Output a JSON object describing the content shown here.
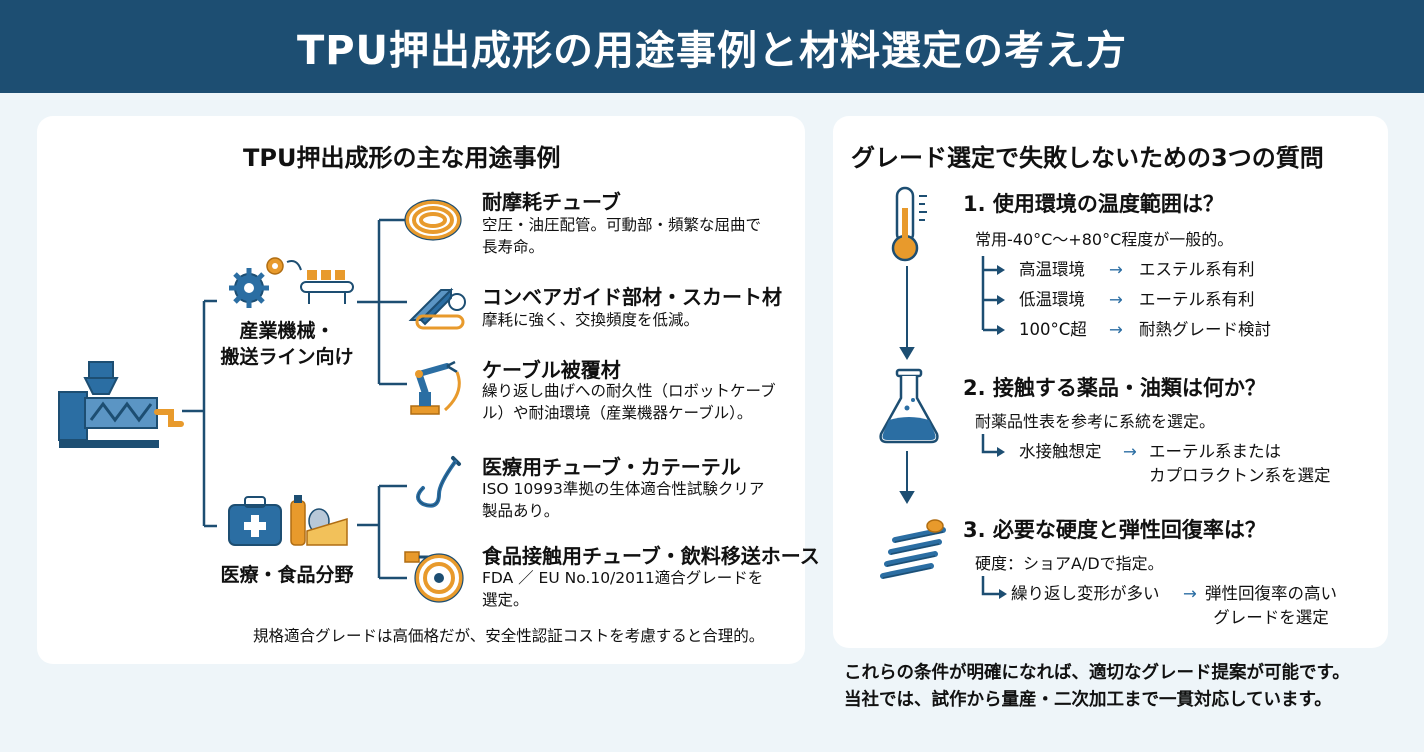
{
  "header": {
    "title": "TPU押出成形の用途事例と材料選定の考え方"
  },
  "left": {
    "title": "TPU押出成形の主な用途事例",
    "categories": [
      {
        "label_line1": "産業機械・",
        "label_line2": "搬送ライン向け"
      },
      {
        "label_line1": "医療・食品分野"
      }
    ],
    "items": [
      {
        "title": "耐摩耗チューブ",
        "desc1": "空圧・油圧配管。可動部・頻繁な屈曲で",
        "desc2": "長寿命。",
        "icon": "coiled-tube-icon"
      },
      {
        "title": "コンベアガイド部材・スカート材",
        "desc1": "摩耗に強く、交換頻度を低減。",
        "icon": "conveyor-guide-icon"
      },
      {
        "title": "ケーブル被覆材",
        "desc1": "繰り返し曲げへの耐久性（ロボットケーブ",
        "desc2": "ル）や耐油環境（産業機器ケーブル）。",
        "icon": "robot-arm-icon"
      },
      {
        "title": "医療用チューブ・カテーテル",
        "desc1": "ISO 10993準拠の生体適合性試験クリア",
        "desc2": "製品あり。",
        "icon": "catheter-icon"
      },
      {
        "title": "食品接触用チューブ・飲料移送ホース",
        "desc1": "FDA ／ EU No.10/2011適合グレードを",
        "desc2": "選定。",
        "icon": "hose-reel-icon"
      }
    ],
    "note": "規格適合グレードは高価格だが、安全性認証コストを考慮すると合理的。"
  },
  "right": {
    "title": "グレード選定で失敗しないための3つの質問",
    "questions": [
      {
        "title": "1. 使用環境の温度範囲は？",
        "desc": "常用-40°C～+80°C程度が一般的。",
        "branches": [
          {
            "from": "高温環境",
            "to": "エステル系有利"
          },
          {
            "from": "低温環境",
            "to": "エーテル系有利"
          },
          {
            "from": "100°C超",
            "to": "耐熱グレード検討"
          }
        ],
        "icon": "thermometer-icon"
      },
      {
        "title": "2. 接触する薬品・油類は何か？",
        "desc": "耐薬品性表を参考に系統を選定。",
        "branches": [
          {
            "from": "水接触想定",
            "to": "エーテル系または",
            "to2": "カプロラクトン系を選定"
          }
        ],
        "icon": "flask-icon"
      },
      {
        "title": "3. 必要な硬度と弾性回復率は？",
        "desc": "硬度：ショアA/Dで指定。",
        "branches": [
          {
            "from": "繰り返し変形が多い",
            "to": "弾性回復率の高い",
            "to2": "グレードを選定"
          }
        ],
        "icon": "spring-icon"
      }
    ]
  },
  "arrow_glyph": "→",
  "footer": {
    "line1": "これらの条件が明確になれば、適切なグレード提案が可能です。",
    "line2": "当社では、試作から量産・二次加工まで一貫対応しています。"
  },
  "colors": {
    "header": "#1d4e72",
    "accent_blue": "#2b6ea3",
    "accent_orange": "#e89a2c",
    "line": "#1d4e72"
  }
}
